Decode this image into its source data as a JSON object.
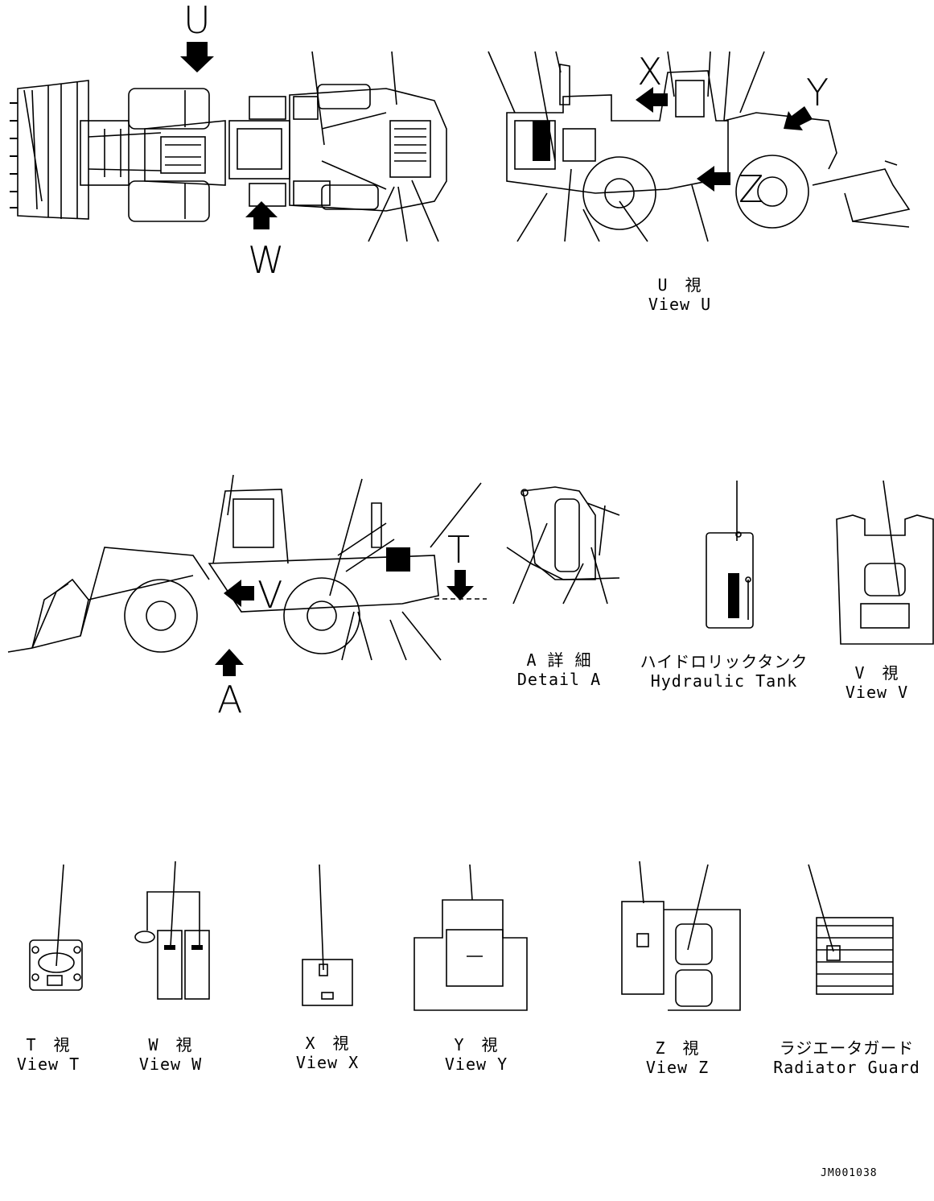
{
  "arrow_letters": {
    "U": "U",
    "W": "W",
    "X": "X",
    "Y": "Y",
    "Z": "Z",
    "V": "V",
    "T": "T",
    "A": "A"
  },
  "views": {
    "view_u": {
      "jp": "U　視",
      "en": "View U"
    },
    "detail_a": {
      "jp": "A 詳 細",
      "en": "Detail A"
    },
    "hydraulic_tank": {
      "jp": "ハイドロリックタンク",
      "en": "Hydraulic Tank"
    },
    "view_v": {
      "jp": "V　視",
      "en": "View V"
    },
    "view_t": {
      "jp": "T　視",
      "en": "View T"
    },
    "view_w": {
      "jp": "W　視",
      "en": "View W"
    },
    "view_x": {
      "jp": "X　視",
      "en": "View X"
    },
    "view_y": {
      "jp": "Y　視",
      "en": "View Y"
    },
    "view_z": {
      "jp": "Z　視",
      "en": "View Z"
    },
    "radiator_guard": {
      "jp": "ラジエータガード",
      "en": "Radiator Guard"
    }
  },
  "drawing_code": "JM001038",
  "colors": {
    "ink": "#000000",
    "paper": "#ffffff"
  }
}
